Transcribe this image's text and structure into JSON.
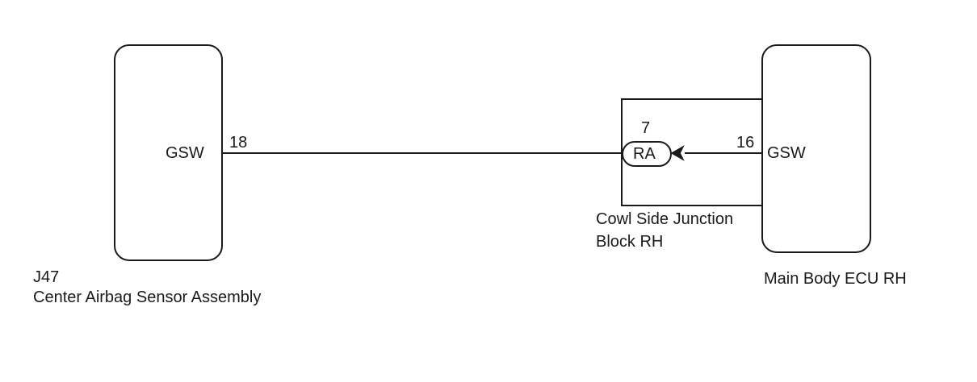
{
  "left_component": {
    "code": "J47",
    "name": "Center Airbag Sensor Assembly",
    "pin_label": "GSW",
    "pin_number": "18"
  },
  "junction": {
    "name_line1": "Cowl Side Junction",
    "name_line2": "Block RH",
    "connector": "RA",
    "connector_pin": "7"
  },
  "right_component": {
    "name": "Main Body ECU RH",
    "pin_label": "GSW",
    "pin_number": "16"
  },
  "colors": {
    "line": "#1a1a1a",
    "background": "#ffffff"
  }
}
